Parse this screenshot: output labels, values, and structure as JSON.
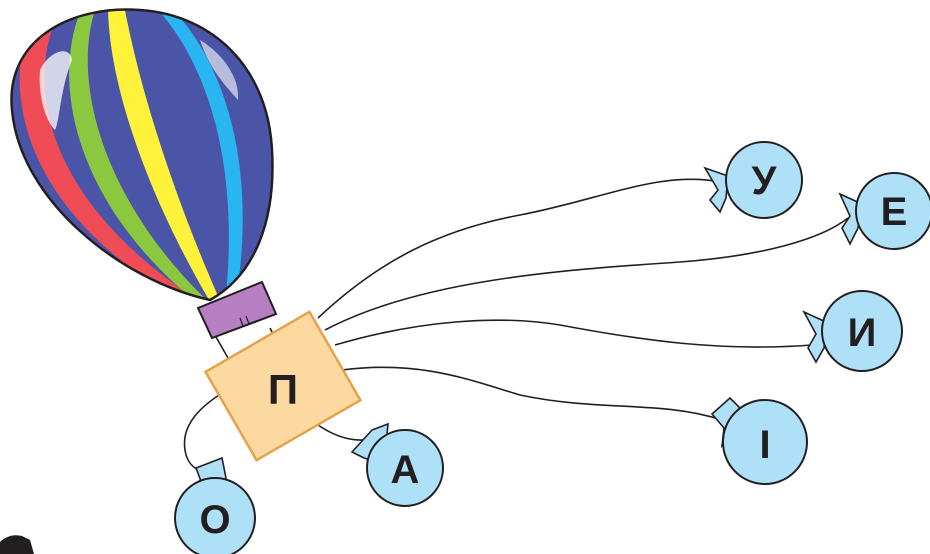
{
  "basket": {
    "letter": "П",
    "fill": "#fcd9a0",
    "border": "#e6a24a"
  },
  "balloon": {
    "stripe_colors": [
      "#4b55a8",
      "#ef4c55",
      "#8cc83f",
      "#fff23a",
      "#29b6f0"
    ],
    "band_color": "#b57fc2"
  },
  "bag_color": "#aee0f8",
  "bags": [
    {
      "id": "u",
      "letter": "У"
    },
    {
      "id": "e",
      "letter": "Е"
    },
    {
      "id": "y",
      "letter": "И"
    },
    {
      "id": "i",
      "letter": "І"
    },
    {
      "id": "a",
      "letter": "А"
    },
    {
      "id": "o",
      "letter": "О"
    }
  ]
}
